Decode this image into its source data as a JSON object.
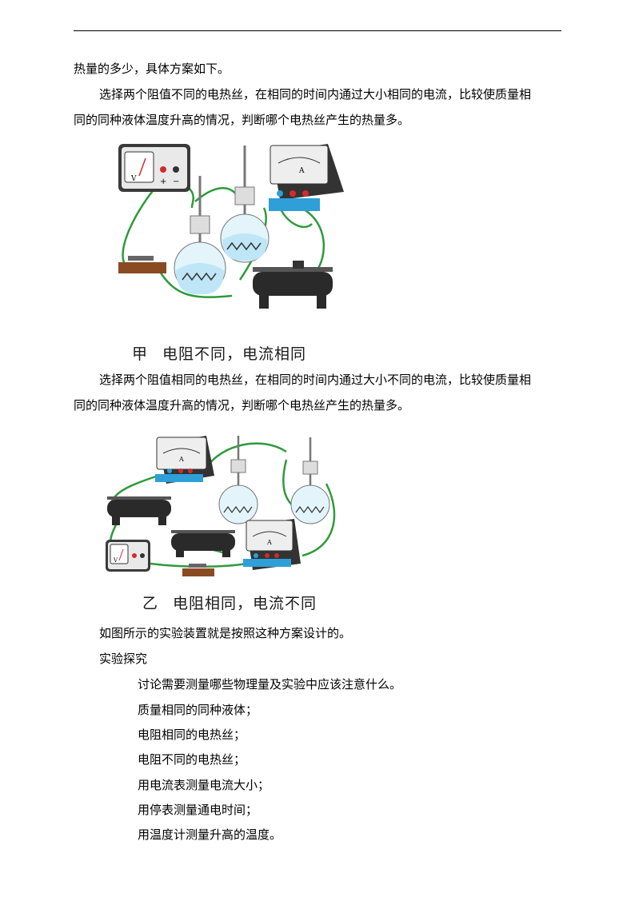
{
  "text": {
    "line1": "热量的多少，具体方案如下。",
    "line2": "选择两个阻值不同的电热丝，在相同的时间内通过大小相同的电流，比较使质量相",
    "line3": "同的同种液体温度升高的情况，判断哪个电热丝产生的热量多。",
    "line4": "选择两个阻值相同的电热丝，在相同的时间内通过大小不同的电流，比较使质量相",
    "line5": "同的同种液体温度升高的情况，判断哪个电热丝产生的热量多。",
    "line6": "如图所示的实验装置就是按照这种方案设计的。",
    "line7": "实验探究",
    "list": [
      "讨论需要测量哪些物理量及实验中应该注意什么。",
      "质量相同的同种液体；",
      "电阻相同的电热丝；",
      "电阻不同的电热丝；",
      "用电流表测量电流大小；",
      "用停表测量通电时间；",
      "用温度计测量升高的温度。"
    ]
  },
  "figure1": {
    "label": "甲",
    "caption": "电阻不同，电流相同",
    "voltmeter_symbol": "V",
    "plus": "+",
    "minus": "−",
    "ammeter_symbol": "A"
  },
  "figure2": {
    "label": "乙",
    "caption": "电阻相同，电流不同",
    "ammeter_symbol": "A",
    "voltmeter_symbol": "V"
  },
  "colors": {
    "wire": "#2e9a3c",
    "liquid": "#2f9fd8",
    "device_dark": "#2a2a2a",
    "wood": "#8a4a22",
    "terminal_red": "#d22b2b"
  }
}
